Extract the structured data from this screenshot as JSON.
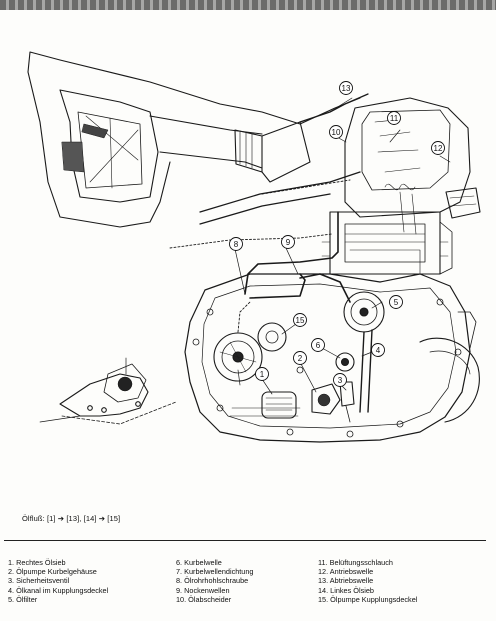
{
  "diagram": {
    "callouts": [
      "1",
      "2",
      "3",
      "4",
      "5",
      "6",
      "8",
      "9",
      "10",
      "11",
      "12",
      "13",
      "15"
    ]
  },
  "caption": {
    "oil_flow": "Ölfluß: [1] ➔ [13], [14] ➔ [15]"
  },
  "legend": {
    "col1": [
      "1.  Rechtes Ölsieb",
      "2.  Ölpumpe Kurbelgehäuse",
      "3.  Sicherheitsventil",
      "4.  Ölkanal im Kupplungsdeckel",
      "5.  Ölfilter"
    ],
    "col2": [
      "6.   Kurbelwelle",
      "7.   Kurbelwellendichtung",
      "8.   Ölrohrhohlschraube",
      "9.   Nockenwellen",
      "10. Ölabscheider"
    ],
    "col3": [
      "11.  Belüftungsschlauch",
      "12.  Antriebswelle",
      "13.  Abtriebswelle",
      "14.  Linkes Ölsieb",
      "15.  Ölpumpe Kupplungsdeckel"
    ]
  }
}
